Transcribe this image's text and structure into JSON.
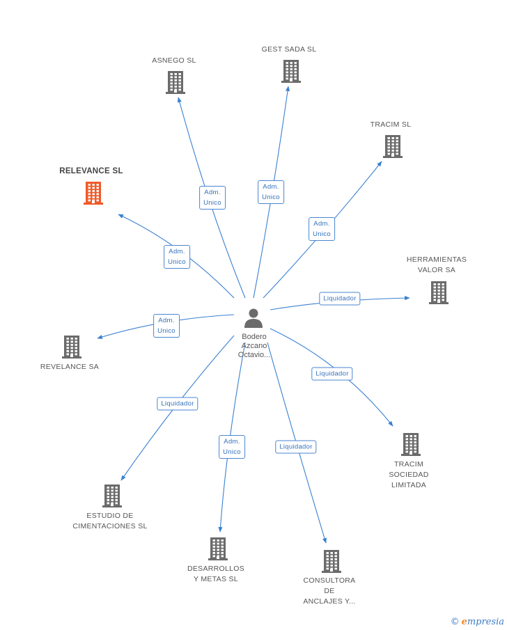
{
  "center": {
    "label": "Bodero\nAzcano\nOctavio..."
  },
  "colors": {
    "edge": "#3a80d2",
    "company": "#6b6b6b",
    "highlight": "#f05a28",
    "person": "#6b6b6b"
  },
  "nodes": [
    {
      "id": "asnego",
      "label": "ASNEGO SL",
      "highlight": false
    },
    {
      "id": "gest-sada",
      "label": "GEST SADA SL",
      "highlight": false
    },
    {
      "id": "tracim",
      "label": "TRACIM SL",
      "highlight": false
    },
    {
      "id": "relevance",
      "label": "RELEVANCE SL",
      "highlight": true
    },
    {
      "id": "herramientas",
      "label": "HERRAMIENTAS\nVALOR SA",
      "highlight": false
    },
    {
      "id": "revelance",
      "label": "REVELANCE SA",
      "highlight": false
    },
    {
      "id": "tracim-sociedad",
      "label": "TRACIM\nSOCIEDAD\nLIMITADA",
      "highlight": false
    },
    {
      "id": "estudio",
      "label": "ESTUDIO DE\nCIMENTACIONES SL",
      "highlight": false
    },
    {
      "id": "desarrollos",
      "label": "DESARROLLOS\nY METAS SL",
      "highlight": false
    },
    {
      "id": "consultora",
      "label": "CONSULTORA\nDE\nANCLAJES Y...",
      "highlight": false
    }
  ],
  "edges": [
    {
      "to": "asnego",
      "label": "Adm.\nUnico"
    },
    {
      "to": "gest-sada",
      "label": "Adm.\nUnico"
    },
    {
      "to": "tracim",
      "label": "Adm.\nUnico"
    },
    {
      "to": "relevance",
      "label": "Adm.\nUnico"
    },
    {
      "to": "herramientas",
      "label": "Liquidador"
    },
    {
      "to": "revelance",
      "label": "Adm.\nUnico"
    },
    {
      "to": "tracim-sociedad",
      "label": "Liquidador"
    },
    {
      "to": "estudio",
      "label": "Liquidador"
    },
    {
      "to": "desarrollos",
      "label": "Adm.\nUnico"
    },
    {
      "to": "consultora",
      "label": "Liquidador"
    }
  ],
  "footer": {
    "copyright_symbol": "©",
    "brand_initial": "e",
    "brand_rest": "mpresia"
  }
}
